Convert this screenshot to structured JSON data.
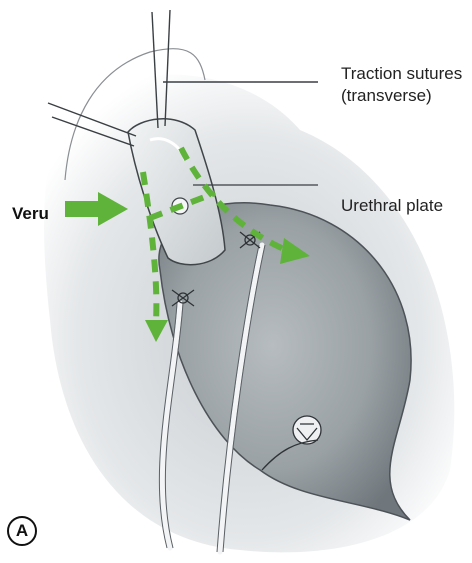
{
  "labels": {
    "traction_line1": "Traction sutures",
    "traction_line2": "(transverse)",
    "urethral_plate": "Urethral plate",
    "veru": "Veru",
    "panel": "A"
  },
  "colors": {
    "arrow_green": "#5fb23a",
    "bladder_fill": "#9aa1a5",
    "background_wash": "#d9dde0"
  },
  "icons": {
    "veru_arrow": "arrow-right-icon",
    "direction_arrows": "dashed-arrow-icon"
  }
}
